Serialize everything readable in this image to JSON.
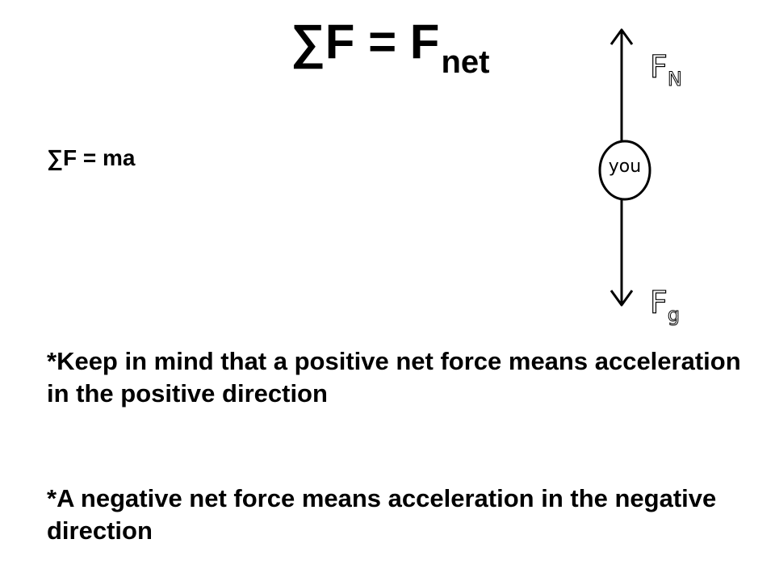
{
  "title": {
    "main": "∑F = F",
    "subscript": "net"
  },
  "equation": "∑F = ma",
  "notes": [
    "*Keep in mind that a positive net force means acceleration in the positive direction",
    "*A negative net force means acceleration in the negative direction"
  ],
  "diagram": {
    "body_label": "you",
    "forces": {
      "up": {
        "symbol": "F",
        "subscript": "N"
      },
      "down": {
        "symbol": "F",
        "subscript": "g"
      }
    }
  }
}
